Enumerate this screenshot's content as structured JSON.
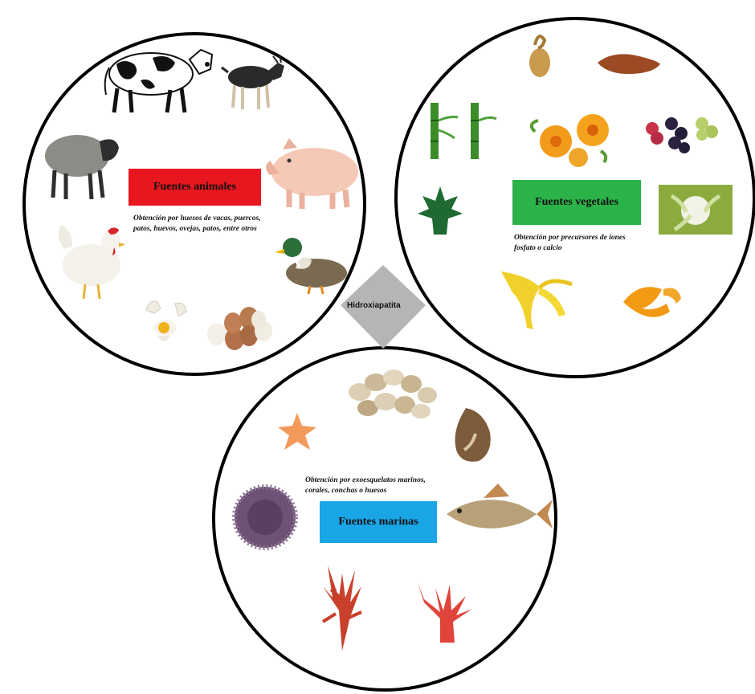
{
  "center": {
    "label": "Hidroxiapatita"
  },
  "animal": {
    "label": "Fuentes animales",
    "description": [
      "Obtención por huesos de vacas, puercos,",
      "patos, huevos, ovejas, patos, entre otros"
    ],
    "box_color": "#e8161e",
    "icons": [
      "cow-icon",
      "goat-icon",
      "sheep-icon",
      "pig-icon",
      "chicken-icon",
      "duck-icon",
      "cracked-egg-icon",
      "eggs-icon"
    ]
  },
  "plant": {
    "label": "Fuentes vegetales",
    "description": [
      "Obtención por precursores de iones",
      "fosfato o calcio"
    ],
    "box_color": "#2bb34a",
    "icons": [
      "potato-icon",
      "sweet-potato-icon",
      "bamboo-icon",
      "calendula-flowers-icon",
      "grapes-icon",
      "leaf-icon",
      "cauliflower-icon",
      "banana-peel-icon",
      "orange-peel-icon"
    ]
  },
  "marine": {
    "label": "Fuentes marinas",
    "description": [
      "Obtención por exoesquelatos marinos,",
      "corales, conchas o huesos"
    ],
    "box_color": "#19a6e6",
    "icons": [
      "shells-icon",
      "starfish-icon",
      "snail-shell-icon",
      "sea-urchin-icon",
      "fish-icon",
      "red-algae-icon",
      "red-coral-icon"
    ]
  },
  "colors": {
    "outline": "#000000",
    "diamond": "#b5b5b5"
  }
}
